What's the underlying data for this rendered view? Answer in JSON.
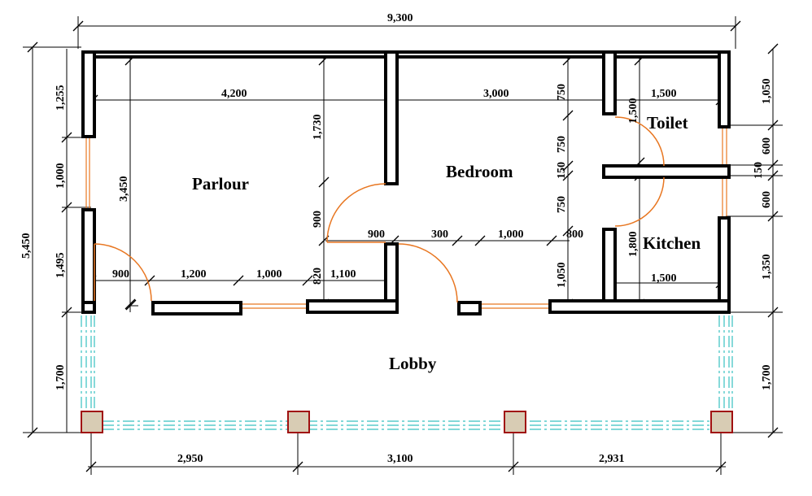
{
  "rooms": {
    "parlour": "Parlour",
    "bedroom": "Bedroom",
    "toilet": "Toilet",
    "kitchen": "Kitchen",
    "lobby": "Lobby"
  },
  "dims": {
    "overall_width": "9,300",
    "overall_height": "5,450",
    "parlour_width": "4,200",
    "bedroom_width": "3,000",
    "toilet_width": "1,500",
    "kitchen_width": "1,500",
    "parlour_depth": "3,450",
    "bedroom_upper": "1,730",
    "door_900_v": "900",
    "dim_820": "820",
    "dim_900_a": "900",
    "dim_300": "300",
    "dim_1000_a": "1,000",
    "dim_800": "800",
    "dim_900_b": "900",
    "dim_1200": "1,200",
    "dim_1000_b": "1,000",
    "dim_1100": "1,100",
    "bed_750_a": "750",
    "bed_750_b": "750",
    "bed_150": "150",
    "bed_750_c": "750",
    "bed_1050": "1,050",
    "toilet_1500_v": "1,500",
    "kitchen_1800_v": "1,800",
    "left_1255": "1,255",
    "left_1000": "1,000",
    "left_1495": "1,495",
    "left_1700": "1,700",
    "right_1050": "1,050",
    "right_600_a": "600",
    "right_150": "150",
    "right_600_b": "600",
    "right_1350": "1,350",
    "right_1700": "1,700",
    "bottom_2950": "2,950",
    "bottom_3100": "3,100",
    "bottom_2931": "2,931"
  },
  "colors": {
    "wall": "#000000",
    "door": "#e87722",
    "rail": "#37c0c0",
    "column_fill": "#d8ccb4",
    "column_stroke": "#a01010"
  }
}
